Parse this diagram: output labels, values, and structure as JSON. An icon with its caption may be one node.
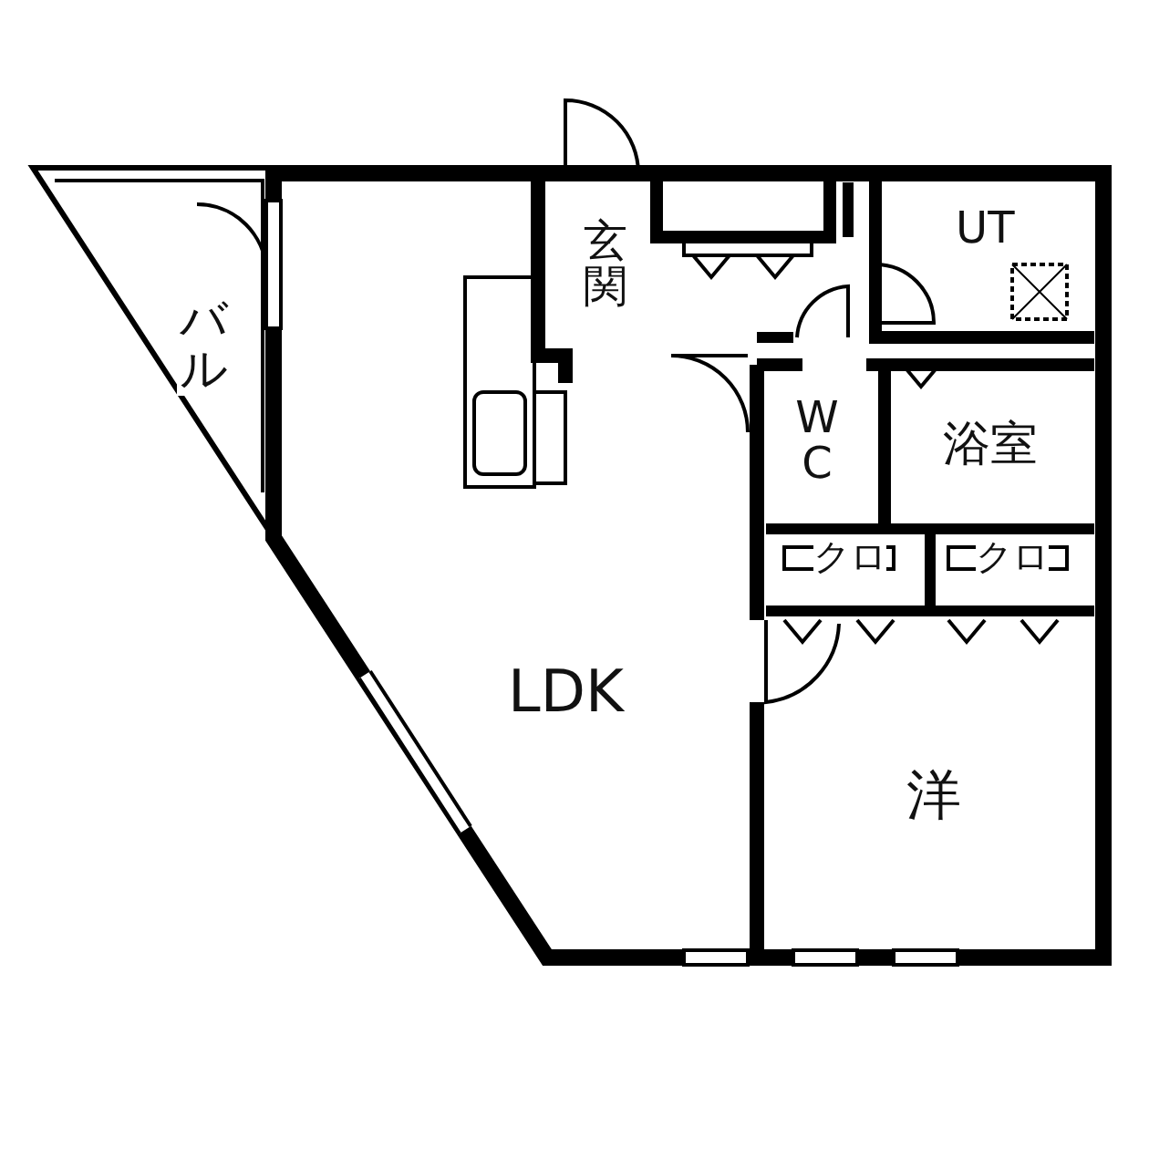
{
  "diagram": {
    "nodes": [
      {
        "text": [
          "バル"
        ]
      },
      {
        "text": [
          "玄関"
        ]
      },
      {
        "text": [
          "UT"
        ]
      },
      {
        "text": [
          "W C"
        ]
      },
      {
        "text": [
          "浴室"
        ]
      },
      {
        "text": [
          "クロ"
        ]
      },
      {
        "text": [
          "クロ"
        ]
      },
      {
        "text": [
          "LDK"
        ]
      },
      {
        "text": [
          "洋"
        ]
      }
    ]
  }
}
